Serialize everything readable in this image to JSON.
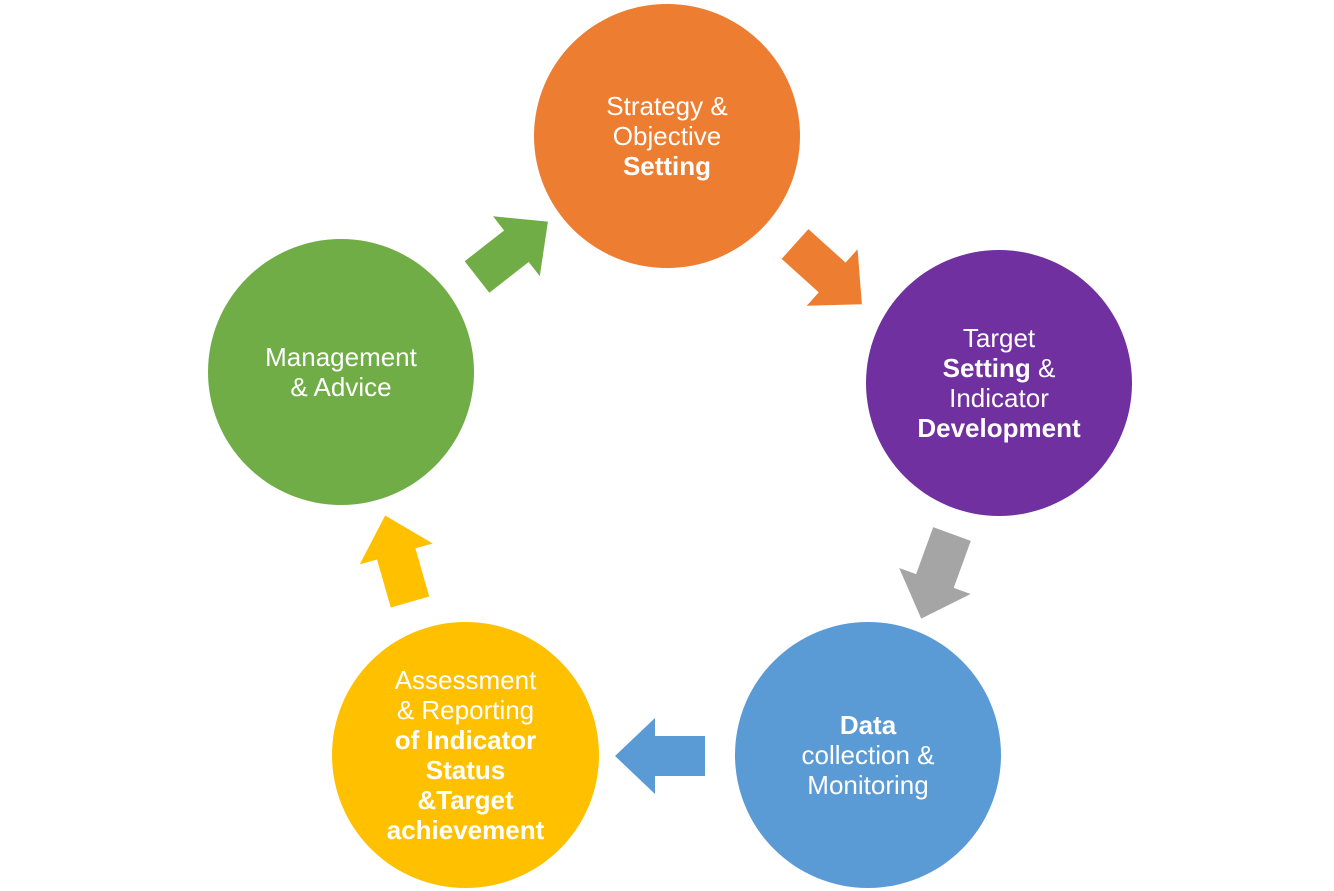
{
  "colors": {
    "strategy": "#ED7D31",
    "target": "#7030A0",
    "data": "#5B9BD5",
    "assessment": "#FFC000",
    "management": "#70AD47",
    "arrow_gray": "#A5A5A5"
  },
  "nodes": {
    "strategy": {
      "lines": [
        {
          "parts": [
            {
              "text": "Strategy &",
              "bold": false
            }
          ]
        },
        {
          "parts": [
            {
              "text": "Objective",
              "bold": false
            }
          ]
        },
        {
          "parts": [
            {
              "text": "Setting",
              "bold": true
            }
          ]
        }
      ]
    },
    "target": {
      "lines": [
        {
          "parts": [
            {
              "text": "Target",
              "bold": false
            }
          ]
        },
        {
          "parts": [
            {
              "text": "Setting",
              "bold": true
            },
            {
              "text": " &",
              "bold": false
            }
          ]
        },
        {
          "parts": [
            {
              "text": "Indicator",
              "bold": false
            }
          ]
        },
        {
          "parts": [
            {
              "text": "Development",
              "bold": true
            }
          ]
        }
      ]
    },
    "data": {
      "lines": [
        {
          "parts": [
            {
              "text": "Data",
              "bold": true
            }
          ]
        },
        {
          "parts": [
            {
              "text": "collection &",
              "bold": false
            }
          ]
        },
        {
          "parts": [
            {
              "text": "Monitoring",
              "bold": false
            }
          ]
        }
      ]
    },
    "assessment": {
      "lines": [
        {
          "parts": [
            {
              "text": "Assessment",
              "bold": false
            }
          ]
        },
        {
          "parts": [
            {
              "text": "& Reporting",
              "bold": false
            }
          ]
        },
        {
          "parts": [
            {
              "text": "of Indicator",
              "bold": true
            }
          ]
        },
        {
          "parts": [
            {
              "text": "Status",
              "bold": true
            }
          ]
        },
        {
          "parts": [
            {
              "text": "&Target",
              "bold": true
            }
          ]
        },
        {
          "parts": [
            {
              "text": "achievement",
              "bold": true
            }
          ]
        }
      ]
    },
    "management": {
      "lines": [
        {
          "parts": [
            {
              "text": "Management",
              "bold": false
            }
          ]
        },
        {
          "parts": [
            {
              "text": "& Advice",
              "bold": false
            }
          ]
        }
      ]
    }
  }
}
